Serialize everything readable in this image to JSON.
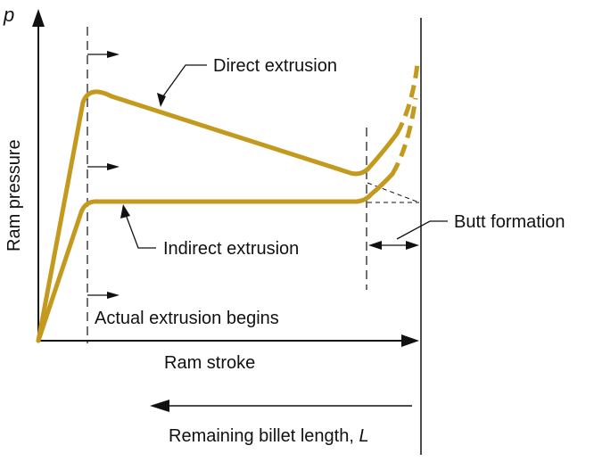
{
  "axes": {
    "y_symbol": "p",
    "y_label": "Ram pressure",
    "x_label": "Ram stroke",
    "remaining_label_main": "Remaining billet length, ",
    "remaining_label_symbol": "L"
  },
  "annotations": {
    "direct": "Direct extrusion",
    "indirect": "Indirect extrusion",
    "butt": "Butt formation",
    "begins": "Actual extrusion begins"
  },
  "colors": {
    "curve": "#C49A1E",
    "ink": "#111111"
  }
}
